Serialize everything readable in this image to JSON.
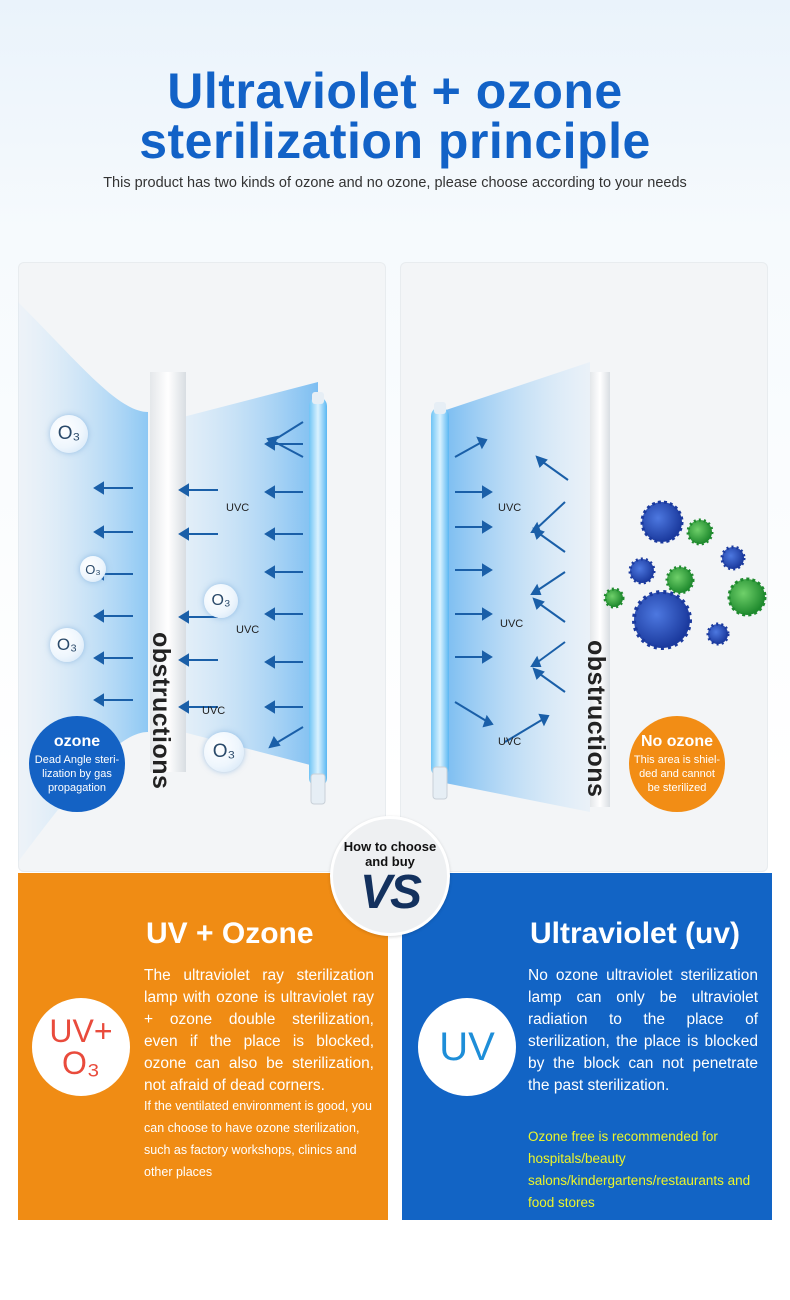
{
  "header": {
    "title_line1": "Ultraviolet + ozone",
    "title_line2": "sterilization principle",
    "subtitle": "This product has two kinds of ozone and no ozone, please choose according to your needs"
  },
  "left_panel": {
    "obstruction_label": "obstructions",
    "uvc_labels": [
      "UVC",
      "UVC",
      "UVC"
    ],
    "o3_label": "O₃",
    "badge": {
      "title": "ozone",
      "text": "Dead Angle steri-lization by gas propagation",
      "line1": "Dead Angle steri-",
      "line2": "lization by gas",
      "line3": "propagation"
    }
  },
  "right_panel": {
    "obstruction_label": "obstructions",
    "uvc_labels": [
      "UVC",
      "UVC",
      "UVC"
    ],
    "badge": {
      "title": "No ozone",
      "line1": "This area is shiel-",
      "line2": "ded and cannot",
      "line3": "be sterilized"
    }
  },
  "vs": {
    "caption_line1": "How to choose",
    "caption_line2": "and buy",
    "text": "VS"
  },
  "uv_ozone_box": {
    "title": "UV + Ozone",
    "icon_line1": "UV+",
    "icon_line2": "O₃",
    "description": "The ultraviolet ray sterilization lamp with ozone is ultraviolet ray + ozone double sterilization, even if the place is blocked, ozone can also be sterilization, not afraid of dead corners.",
    "note": "If the ventilated environment is good, you can choose to have ozone sterilization, such as factory workshops, clinics and other places"
  },
  "uv_box": {
    "title": "Ultraviolet (uv)",
    "icon": "UV",
    "description": "No ozone ultraviolet sterilization lamp can only be ultraviolet radiation to the place of sterilization, the place is blocked by the block can not penetrate the past sterilization.",
    "note": "Ozone free is recommended for hospitals/beauty salons/kindergartens/restaurants and food stores"
  },
  "colors": {
    "title_blue": "#1262c7",
    "orange": "#f08c14",
    "blue": "#1264c5",
    "note_yellow": "#ecf52a",
    "uv_ozone_icon_red": "#e94b3c",
    "uv_icon_blue": "#1e8ed8"
  }
}
